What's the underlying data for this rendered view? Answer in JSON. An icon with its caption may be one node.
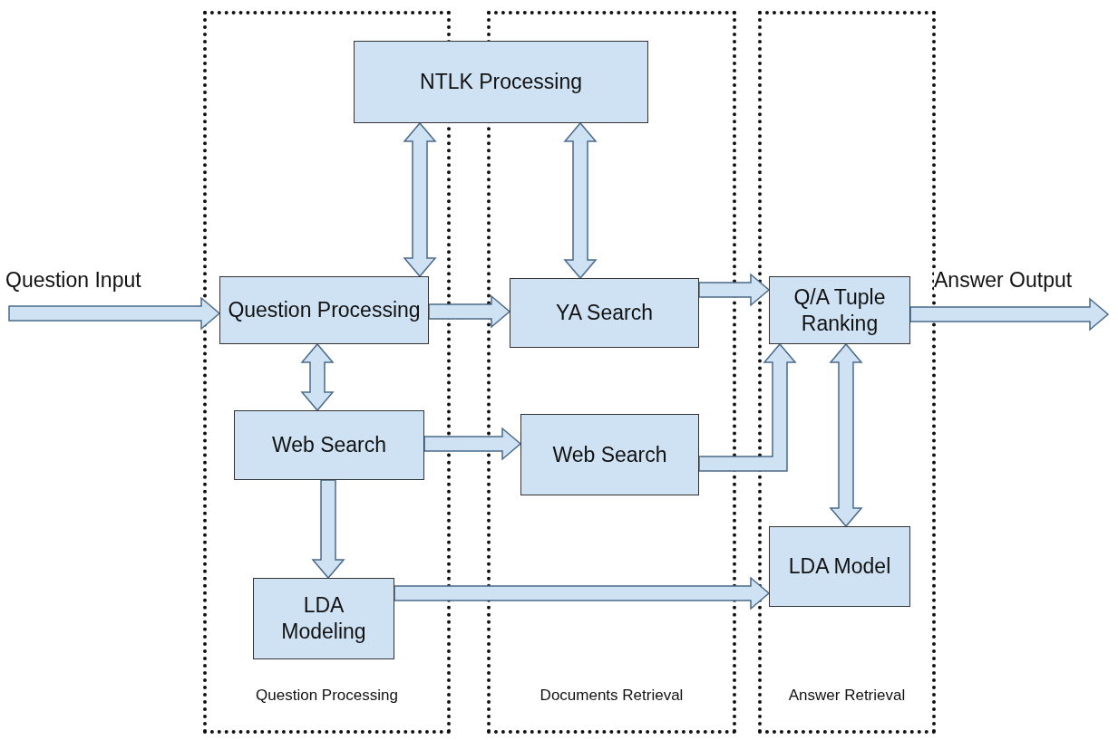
{
  "diagram": {
    "nodes": [
      {
        "text": [
          "Question Processing"
        ]
      },
      {
        "text": [
          "Documents Retrieval"
        ]
      },
      {
        "text": [
          "Answer Retrieval"
        ]
      },
      {
        "text": [
          "NTLK Processing"
        ]
      },
      {
        "text": [
          "Question Processing"
        ],
        "in": 0
      },
      {
        "text": [
          "Web Search"
        ],
        "in": 0
      },
      {
        "text": [
          "LDA Modeling"
        ],
        "in": 0
      },
      {
        "text": [
          "YA Search"
        ],
        "in": 1
      },
      {
        "text": [
          "Web Search"
        ],
        "in": 1
      },
      {
        "text": [
          "Q/A Tuple Ranking"
        ],
        "in": 2
      },
      {
        "text": [
          "LDA Model"
        ],
        "in": 2
      }
    ],
    "edges": [
      {
        "from": 3,
        "to": 4,
        "arrow": "both"
      },
      {
        "from": 3,
        "to": 7,
        "arrow": "both"
      },
      {
        "from": null,
        "to": 4,
        "arrow": "to",
        "label": "Question Input"
      },
      {
        "from": 4,
        "to": 7,
        "arrow": "to"
      },
      {
        "from": 4,
        "to": 5,
        "arrow": "both"
      },
      {
        "from": 5,
        "to": 8,
        "arrow": "to"
      },
      {
        "from": 7,
        "to": 9,
        "arrow": "to"
      },
      {
        "from": 8,
        "to": 9,
        "arrow": "to"
      },
      {
        "from": 5,
        "to": 6,
        "arrow": "to"
      },
      {
        "from": 6,
        "to": 10,
        "arrow": "to"
      },
      {
        "from": 9,
        "to": 10,
        "arrow": "both"
      },
      {
        "from": 9,
        "to": null,
        "arrow": "to",
        "label": "Answer Output"
      }
    ]
  }
}
